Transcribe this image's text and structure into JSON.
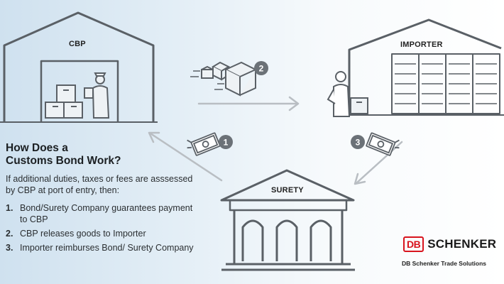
{
  "entities": {
    "cbp": "CBP",
    "importer": "IMPORTER",
    "surety": "SURETY"
  },
  "badges": [
    "1",
    "2",
    "3"
  ],
  "text": {
    "title_line1": "How Does a",
    "title_line2": "Customs Bond Work?",
    "intro": "If additional duties, taxes or fees are asssessed by CBP at port of entry, then:"
  },
  "steps": [
    {
      "num": "1.",
      "text": "Bond/Surety Company guarantees payment to CBP"
    },
    {
      "num": "2.",
      "text": "CBP releases goods to Importer"
    },
    {
      "num": "3.",
      "text": "Importer reimburses Bond/ Surety Company"
    }
  ],
  "brand": {
    "mark": "DB",
    "name": "SCHENKER",
    "tagline": "DB Schenker Trade Solutions",
    "accent_color": "#d8141e"
  },
  "icons": [
    "cbp-warehouse-icon",
    "importer-warehouse-icon",
    "surety-building-icon",
    "shipping-boxes-icon",
    "money-icon"
  ]
}
